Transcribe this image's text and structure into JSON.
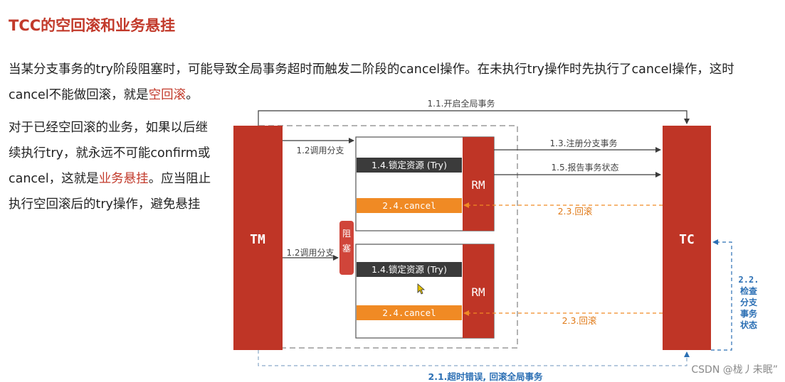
{
  "title": "TCC的空回滚和业务悬挂",
  "paragraph1": {
    "before": "当某分支事务的try阶段阻塞时，可能导致全局事务超时而触发二阶段的cancel操作。在未执行try操作时先执行了cancel操作，这时cancel不能做回滚，就是",
    "highlight": "空回滚",
    "after": "。"
  },
  "paragraph2": {
    "before": "对于已经空回滚的业务，如果以后继续执行try，就永远不可能confirm或cancel，这就是",
    "highlight": "业务悬挂",
    "after": "。应当阻止执行空回滚后的try操作，避免悬挂"
  },
  "diagram": {
    "tm_label": "TM",
    "tc_label": "TC",
    "rm_label": "RM",
    "block_label": "阻\n塞",
    "msg_open_global": "1.1.开启全局事务",
    "msg_call_branch_1": "1.2调用分支",
    "msg_call_branch_2": "1.2调用分支",
    "msg_register_branch": "1.3.注册分支事务",
    "msg_report_status": "1.5.报告事务状态",
    "lock_resource": "1.4.锁定资源 (Try)",
    "cancel_label": "2.4.cancel",
    "rollback_label": "2.3.回滚",
    "check_branch": [
      "2.2.",
      "检查",
      "分支",
      "事务",
      "状态"
    ],
    "timeout_label": "2.1.超时错误, 回滚全局事务",
    "colors": {
      "red": "#bf3526",
      "orange": "#f08a24",
      "dark": "#3b3b3b",
      "blue": "#2b6fb4",
      "highlight": "#c23a2b"
    }
  },
  "watermark": "CSDN @栊丿未眠”"
}
